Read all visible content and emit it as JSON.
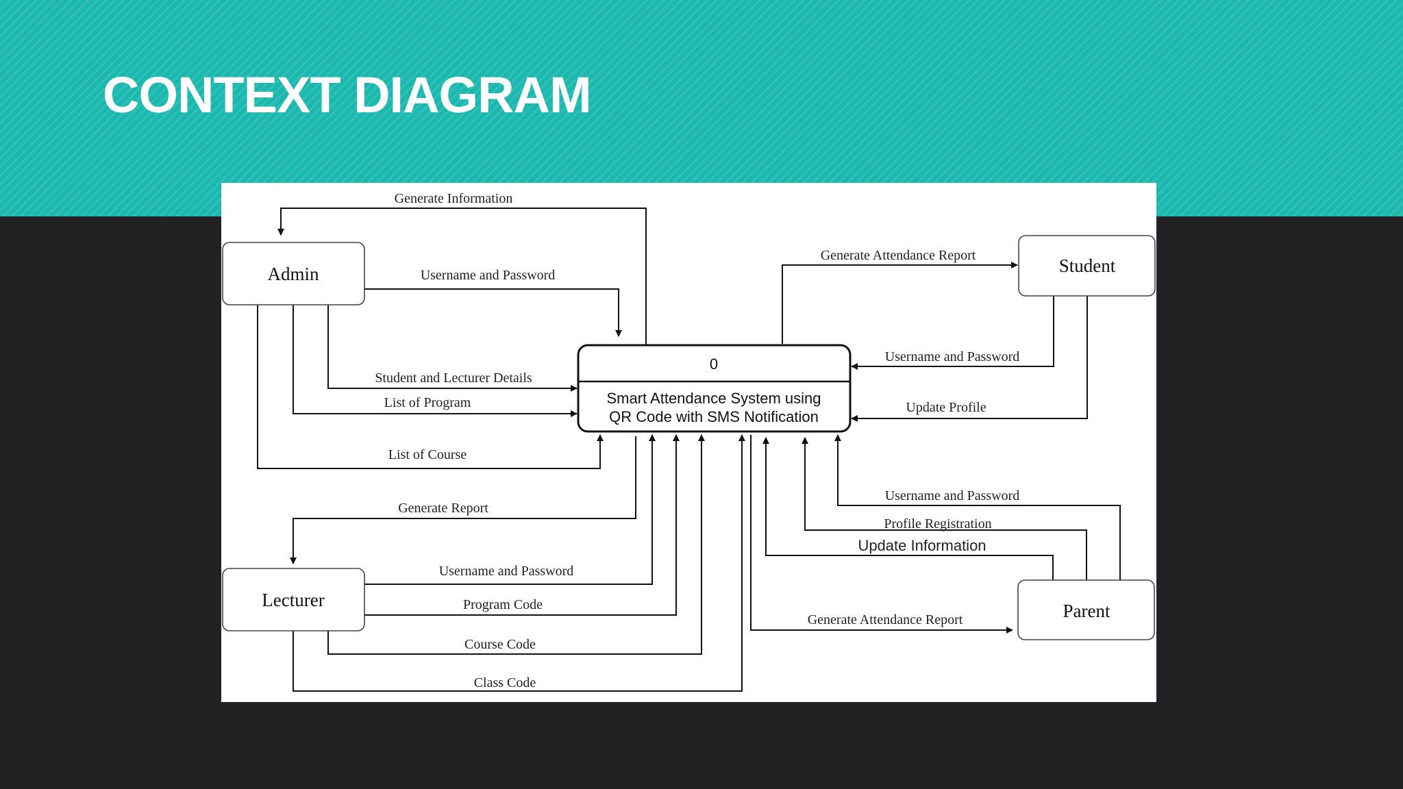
{
  "slide": {
    "title": "CONTEXT DIAGRAM"
  },
  "diagram": {
    "process": {
      "number": "0",
      "name_line1": "Smart Attendance System using",
      "name_line2": "QR Code with SMS Notification"
    },
    "entities": {
      "admin": "Admin",
      "lecturer": "Lecturer",
      "student": "Student",
      "parent": "Parent"
    },
    "flows": {
      "admin_generate_information": "Generate Information",
      "admin_username_password": "Username and Password",
      "admin_student_lecturer_details": "Student and Lecturer Details",
      "admin_list_of_program": "List of Program",
      "admin_list_of_course": "List of Course",
      "lecturer_generate_report": "Generate Report",
      "lecturer_username_password": "Username and Password",
      "lecturer_program_code": "Program Code",
      "lecturer_course_code": "Course Code",
      "lecturer_class_code": "Class Code",
      "student_generate_attendance_report": "Generate Attendance Report",
      "student_username_password": "Username and Password",
      "student_update_profile": "Update Profile",
      "parent_username_password": "Username and Password",
      "parent_profile_registration": "Profile Registration",
      "parent_update_information": "Update Information",
      "parent_generate_attendance_report": "Generate Attendance Report"
    }
  }
}
